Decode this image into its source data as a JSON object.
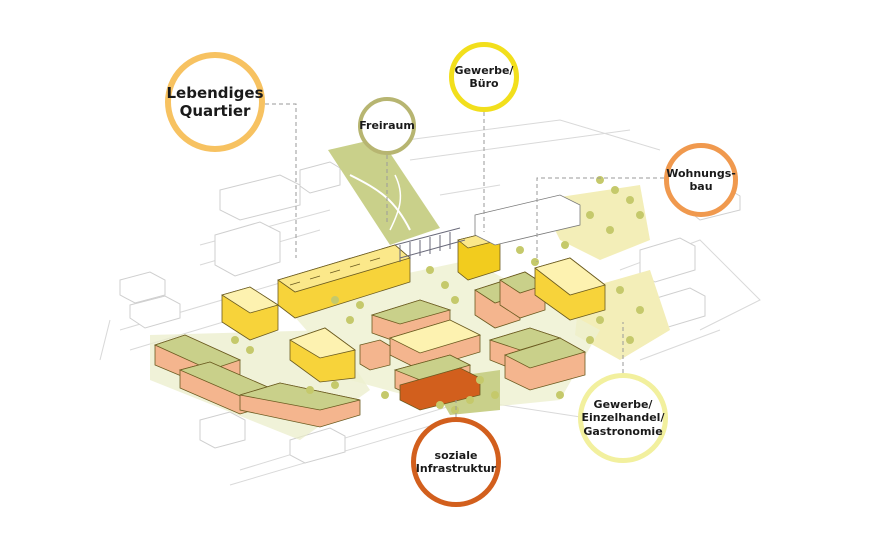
{
  "labels": {
    "quartier": "Lebendiges\nQuartier",
    "freiraum": "Freiraum",
    "gewerbe_buero": "Gewerbe/\nBüro",
    "wohnungsbau": "Wohnungs-\nbau",
    "einzelhandel": "Gewerbe/\nEinzelhandel/\nGastronomie",
    "soziale": "soziale\nInfrastruktur"
  },
  "colors": {
    "quartier": "#f7c261",
    "freiraum": "#b7b571",
    "gewerbe_buero": "#f2df1c",
    "wohnungsbau": "#f0994e",
    "einzelhandel": "#f2f09e",
    "soziale": "#d25f1d"
  }
}
